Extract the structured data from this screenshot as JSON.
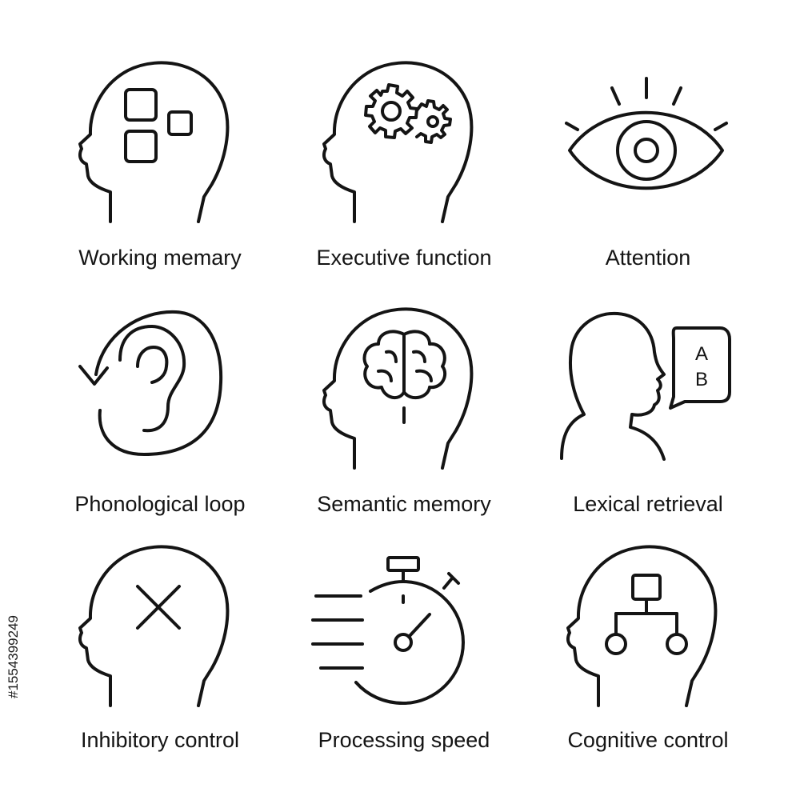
{
  "icon_grid": {
    "items": [
      {
        "label": "Working memary",
        "icon": "head-blocks-icon"
      },
      {
        "label": "Executive function",
        "icon": "head-gears-icon"
      },
      {
        "label": "Attention",
        "icon": "eye-icon"
      },
      {
        "label": "Phonological loop",
        "icon": "ear-loop-icon"
      },
      {
        "label": "Semantic memory",
        "icon": "head-brain-icon"
      },
      {
        "label": "Lexical retrieval",
        "icon": "speaker-bubble-icon"
      },
      {
        "label": "Inhibitory control",
        "icon": "head-cross-icon"
      },
      {
        "label": "Processing speed",
        "icon": "stopwatch-speed-icon"
      },
      {
        "label": "Cognitive control",
        "icon": "head-hierarchy-icon"
      }
    ]
  },
  "bubble_letters": [
    "A",
    "B"
  ],
  "stock_id": "#1554399249",
  "colors": {
    "stroke": "#141414",
    "background": "#ffffff"
  }
}
